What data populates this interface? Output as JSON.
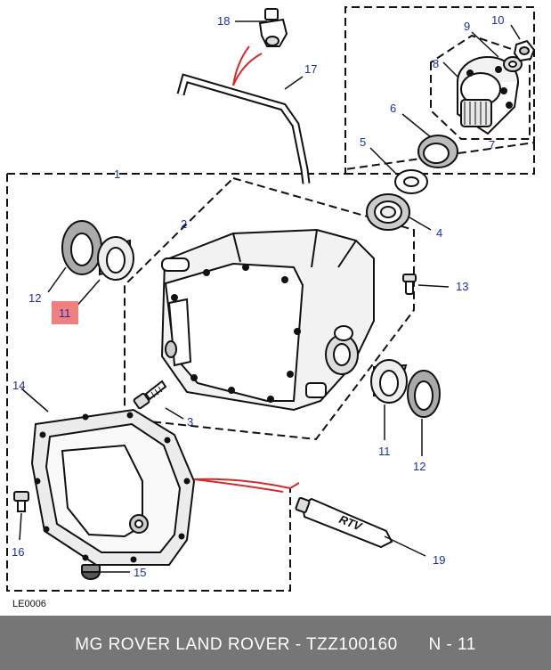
{
  "diagram_ref": "LE0006",
  "footer": {
    "brand": "MG ROVER LAND ROVER",
    "separator": " - ",
    "part_number": "TZZ100160",
    "section": "N - 11"
  },
  "highlight": {
    "callout": "11",
    "color": "#f08080"
  },
  "colors": {
    "callout_text": "#1a2fb0",
    "indicator_lines": "#d42a2a",
    "outline": "#111111",
    "footer_bg": "#767676"
  },
  "callouts": {
    "c1": "1",
    "c2": "2",
    "c3": "3",
    "c4": "4",
    "c5": "5",
    "c6": "6",
    "c7": "7",
    "c8": "8",
    "c9": "9",
    "c10": "10",
    "c11_left": "11",
    "c11_right": "11",
    "c12_left": "12",
    "c12_right": "12",
    "c13": "13",
    "c14": "14",
    "c15": "15",
    "c16": "16",
    "c17": "17",
    "c18": "18",
    "c19": "19"
  },
  "labels": {
    "tube_marking": "RTV"
  }
}
